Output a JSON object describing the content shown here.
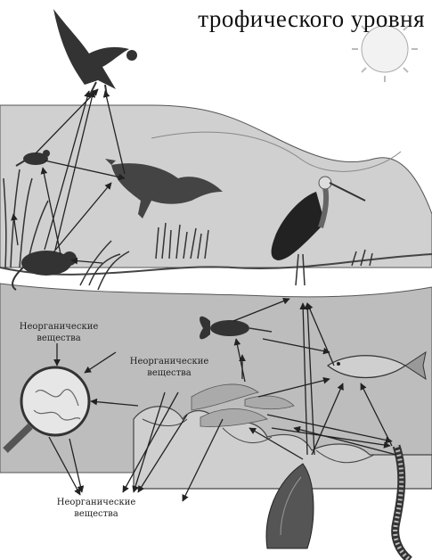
{
  "header": {
    "text": "трофического уровня"
  },
  "labels": {
    "inorganic_left": [
      "Неорганические",
      "вещества"
    ],
    "inorganic_center": [
      "Неорганические",
      "вещества"
    ],
    "inorganic_bottom": [
      "Неорганические",
      "вещества"
    ]
  },
  "icons": [
    "sun-icon",
    "eagle-icon",
    "fox-icon",
    "stork-icon",
    "mouse-icon",
    "small-bird-icon",
    "crayfish-icon",
    "fish-icon",
    "worm-icon",
    "mussel-icon",
    "algae-icon",
    "magnifier-icon",
    "reeds-icon"
  ],
  "colors": {
    "land": "#d0d0d0",
    "water": "#bdbdbd",
    "soil": "#cfcfcf",
    "ink": "#222222"
  }
}
